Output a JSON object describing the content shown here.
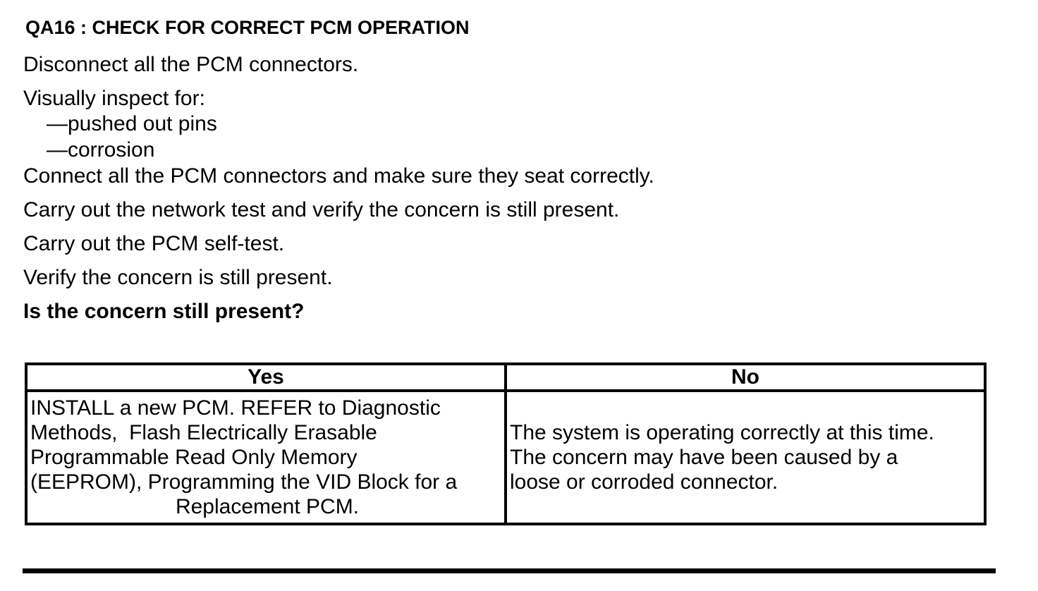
{
  "document": {
    "heading": "QA16 : CHECK FOR CORRECT PCM OPERATION",
    "paragraphs": [
      {
        "text": "Disconnect all the PCM connectors."
      },
      {
        "text": "Visually inspect for:"
      },
      {
        "text": "—pushed out pins"
      },
      {
        "text": "—corrosion"
      },
      {
        "text": "Connect all the PCM connectors and make sure they seat correctly."
      },
      {
        "text": "Carry out the network test and verify the concern is still present."
      },
      {
        "text": "Carry out the PCM self-test."
      },
      {
        "text": "Verify the concern is still present."
      },
      {
        "text": "Is the concern still present?"
      }
    ],
    "result_table": {
      "yes_header": "Yes",
      "no_header": "No",
      "yes_action": "INSTALL a new PCM. REFER to Diagnostic\nMethods,  Flash Electrically Erasable\nProgrammable Read Only Memory\n(EEPROM), Programming the VID Block for a",
      "yes_action_last_line": "Replacement PCM.",
      "no_action": "The system is operating correctly at this time.\nThe concern may have been caused by a\nloose or corroded connector."
    },
    "colors": {
      "text": "#000000",
      "background": "#ffffff",
      "border": "#000000"
    }
  }
}
